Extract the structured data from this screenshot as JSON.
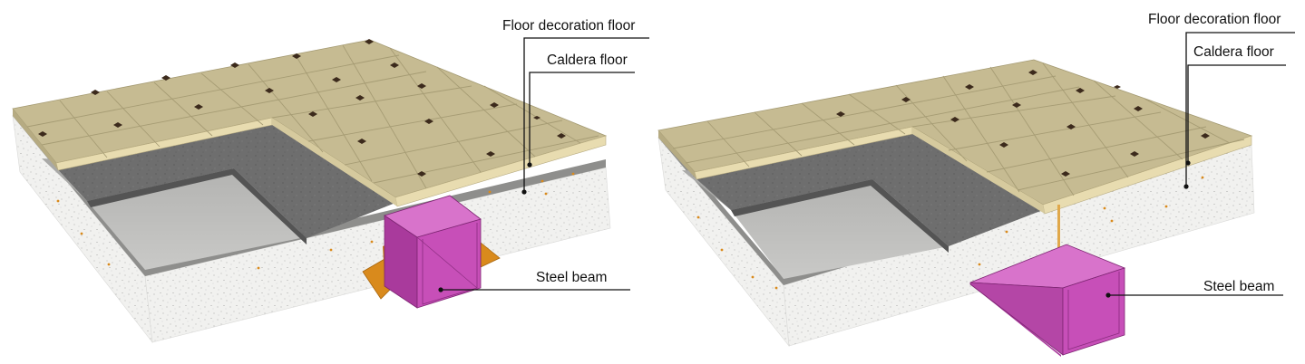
{
  "diagrams": [
    {
      "labels": {
        "decoration": "Floor decoration floor",
        "caldera": "Caldera floor",
        "beam": "Steel beam"
      }
    },
    {
      "labels": {
        "decoration": "Floor decoration floor",
        "caldera": "Caldera floor",
        "beam": "Steel beam"
      }
    }
  ],
  "colors": {
    "tile_top": "#c6bb92",
    "tile_front": "#e8dcb0",
    "tile_joint": "#a49a72",
    "tile_insert": "#3c2a1c",
    "concrete": "#6d6d6d",
    "slab_side": "#efefed",
    "steel_beam": "#c74fb8",
    "steel_beam_dark": "#a93a9c",
    "bracket": "#d98a1c"
  }
}
